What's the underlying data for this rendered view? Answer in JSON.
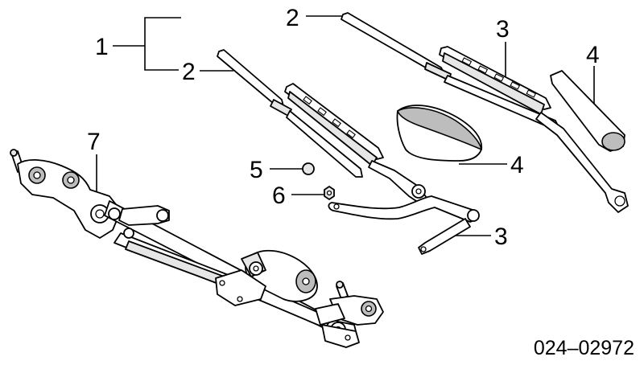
{
  "callouts": {
    "c1": "1",
    "c2_top": "2",
    "c2_lower": "2",
    "c3_top": "3",
    "c3_lower": "3",
    "c4_top": "4",
    "c4_lower": "4",
    "c5": "5",
    "c6": "6",
    "c7": "7"
  },
  "reference_number": "024–02972"
}
